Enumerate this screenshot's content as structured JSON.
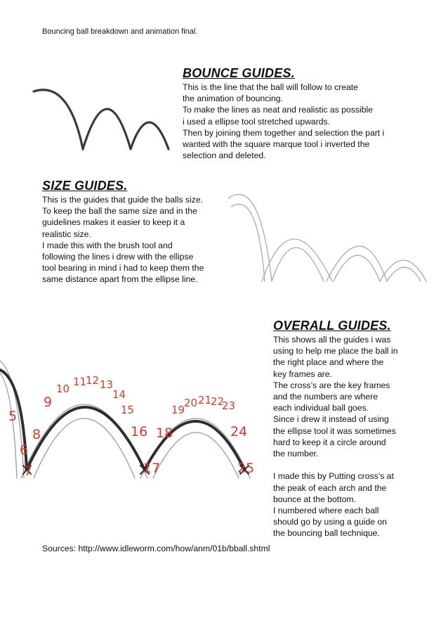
{
  "header": "Bouncing ball breakdown and animation final.",
  "bounce": {
    "heading": "BOUNCE GUIDES.",
    "text": "This is the line that the ball will follow to create\nthe animation of bouncing.\nTo make the lines as neat and realistic as possible\ni used a ellipse tool stretched upwards.\nThen by joining them together and selection the part i\nwanted with the square marque tool i inverted the\nselection and deleted."
  },
  "size": {
    "heading": "SIZE GUIDES.",
    "text": "This is the guides that guide the balls size.\nTo keep the ball the same size and in the\nguidelines makes it easier to keep it a\nrealistic size.\nI made this with the brush tool and\nfollowing the lines i drew with the ellipse\ntool bearing in mind i had to keep them the\nsame distance apart from the ellipse line."
  },
  "overall": {
    "heading": "OVERALL GUIDES.",
    "text": "This shows all the guides i was\nusing to help me place the ball in\nthe right place and where the\nkey frames are.\nThe cross’s are the key frames\nand the numbers are where\neach individual ball goes.\nSince i drew it instead of using\nthe ellipse tool it was sometimes\nhard to keep it a circle around\nthe number.\n\nI made this by Putting cross’s at\nthe peak of each arch and the\nbounce at the bottom.\nI numbered where each ball\nshould go by using a guide on\nthe bouncing ball technique."
  },
  "drawing_labels": [
    "5",
    "6",
    "7",
    "8",
    "9",
    "10",
    "11",
    "12",
    "13",
    "14",
    "15",
    "16",
    "17",
    "18",
    "19",
    "20",
    "21",
    "22",
    "23",
    "24",
    "25"
  ],
  "sources": "Sources: http://www.idleworm.com/how/anm/01b/bball.shtml",
  "colors": {
    "guide": "#3a3a3a",
    "sketch": "#9a9a9a",
    "numbers": "#d23a2c"
  }
}
